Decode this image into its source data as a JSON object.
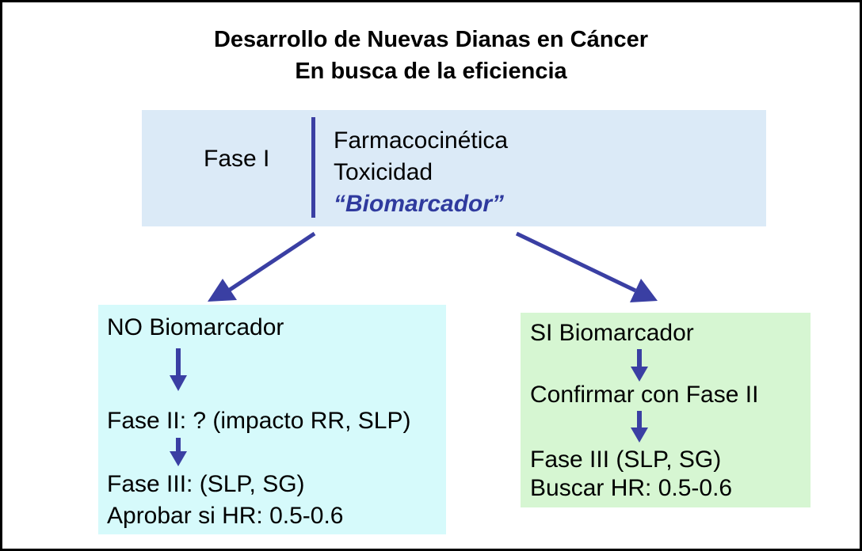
{
  "title": {
    "line1": "Desarrollo de Nuevas Dianas en Cáncer",
    "line2": "En busca de la eficiencia"
  },
  "phase1": {
    "label": "Fase I",
    "items": [
      "Farmacocinética",
      "Toxicidad",
      "“Biomarcador”"
    ]
  },
  "left_branch": {
    "heading": "NO Biomarcador",
    "step2": "Fase II: ? (impacto RR, SLP)",
    "step3_line1": "Fase III: (SLP, SG)",
    "step3_line2": "Aprobar si HR: 0.5-0.6"
  },
  "right_branch": {
    "heading": "SI Biomarcador",
    "step2": "Confirmar con Fase II",
    "step3_line1": "Fase III (SLP, SG)",
    "step3_line2": "Buscar HR: 0.5-0.6"
  },
  "colors": {
    "arrow": "#3a3fa3",
    "top_box": "#dbeaf7",
    "left_box": "#d6fafb",
    "right_box": "#d6f6d2",
    "biomarker_text": "#2f3a9e"
  }
}
